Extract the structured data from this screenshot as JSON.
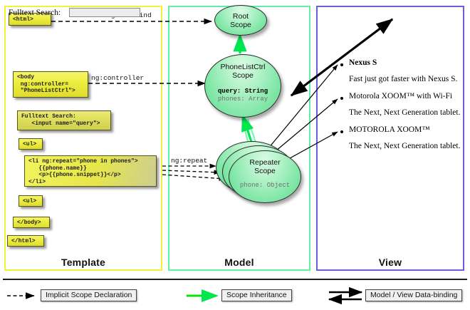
{
  "panels": [
    {
      "key": "template",
      "label": "Template",
      "color": "#f2f23a"
    },
    {
      "key": "model",
      "label": "Model",
      "color": "#5ff0a5"
    },
    {
      "key": "view",
      "label": "View",
      "color": "#6a5de0"
    }
  ],
  "template": {
    "boxes": [
      {
        "name": "html-open-box",
        "text": "<html>"
      },
      {
        "name": "body-controller-box",
        "text": "<body\n ng:controller=\n \"PhoneListCtrl\">"
      },
      {
        "name": "fulltext-search-box",
        "text": "Fulltext Search:\n   <input name=\"query\">"
      },
      {
        "name": "ul-open-box",
        "text": "<ul>"
      },
      {
        "name": "li-repeat-box",
        "text": "<li ng:repeat=\"phone in phones\">\n   {{phone.name}}\n   <p>{{phone.snippet}}</p>\n</li>"
      },
      {
        "name": "ul-close-box",
        "text": "<ul>"
      },
      {
        "name": "body-close-box",
        "text": "</body>"
      },
      {
        "name": "html-close-box",
        "text": "</html>"
      }
    ]
  },
  "model": {
    "root_scope": {
      "title": "Root\nScope"
    },
    "phonelistctrl_scope": {
      "title": "PhoneListCtrl\nScope",
      "prop_bold": "query: String",
      "prop_gray": "phones: Array"
    },
    "repeater_scope": {
      "title": "Repeater\nScope",
      "prop_gray": "phone: Object"
    }
  },
  "view": {
    "search_label": "Fulltext Search:",
    "search_value": "",
    "search_placeholder": "",
    "items": [
      {
        "name": "Nexus S",
        "snippet": "Fast just got faster with Nexus S."
      },
      {
        "name": "Motorola XOOM™  with Wi-Fi",
        "snippet": "The Next, Next Generation tablet."
      },
      {
        "name": "MOTOROLA XOOM™",
        "snippet": "The Next, Next Generation tablet."
      }
    ]
  },
  "arrow_labels": {
    "autobind": "ng:autobind",
    "controller": "ng:controller",
    "repeat": "ng:repeat"
  },
  "legend": [
    {
      "name": "implicit-scope-declaration",
      "label": "Implicit Scope Declaration",
      "style": "dashed",
      "color": "#000000"
    },
    {
      "name": "scope-inheritance",
      "label": "Scope Inheritance",
      "style": "solid",
      "color": "#00e000"
    },
    {
      "name": "model-view-data-binding",
      "label": "Model / View Data-binding",
      "style": "double",
      "color": "#000000"
    }
  ]
}
